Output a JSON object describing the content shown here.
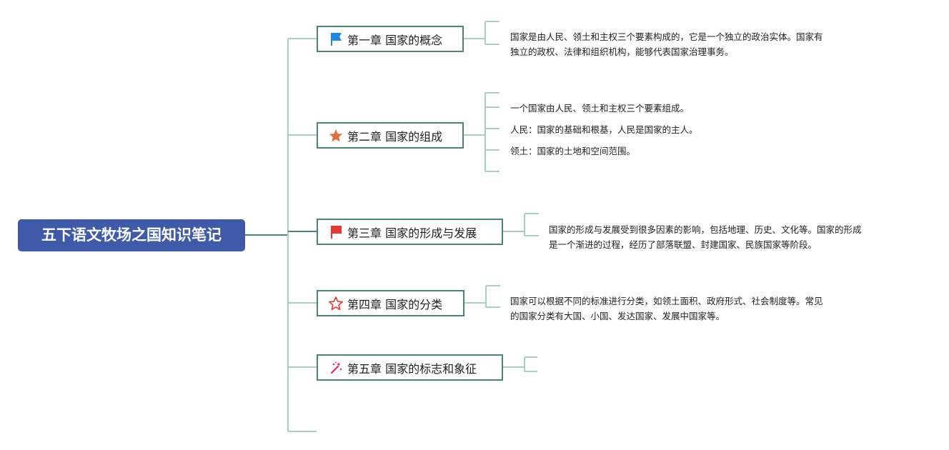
{
  "root": {
    "title": "五下语文牧场之国知识笔记"
  },
  "chapters": [
    {
      "label": "第一章 国家的概念",
      "icon": "blue-flag-icon",
      "notes": [
        "国家是由人民、领土和主权三个要素构成的，它是一个独立的政治实体。国家有",
        "独立的政权、法律和组织机构，能够代表国家治理事务。"
      ]
    },
    {
      "label": "第二章 国家的组成",
      "icon": "orange-star-icon",
      "notes": [
        "一个国家由人民、领土和主权三个要素组成。",
        "人民：国家的基础和根基，人民是国家的主人。",
        "领土：国家的土地和空间范围。"
      ]
    },
    {
      "label": "第三章 国家的形成与发展",
      "icon": "red-flag-icon",
      "notes": [
        "国家的形成与发展受到很多因素的影响，包括地理、历史、文化等。国家的形成",
        "是一个渐进的过程，经历了部落联盟、封建国家、民族国家等阶段。"
      ]
    },
    {
      "label": "第四章 国家的分类",
      "icon": "red-outline-star-icon",
      "notes": [
        "国家可以根据不同的标准进行分类，如领土面积、政府形式、社会制度等。常见",
        "的国家分类有大国、小国、发达国家、发展中国家等。"
      ]
    },
    {
      "label": "第五章 国家的标志和象征",
      "icon": "sparkle-wand-icon",
      "notes": []
    }
  ],
  "colors": {
    "root_fill": "#3f5aa8",
    "chapter_border": "#4a8579",
    "connector_dark": "#4a8579",
    "connector_light": "#a8cfc4",
    "flag_blue": "#1e88e5",
    "star_orange": "#e0703a",
    "flag_red": "#e53935",
    "star_outline_red": "#e53935",
    "wand_pink": "#e91e63"
  }
}
